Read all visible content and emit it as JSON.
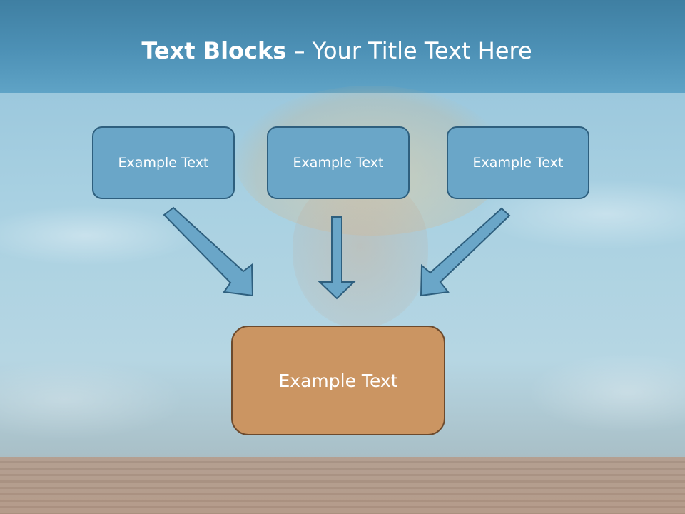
{
  "slide": {
    "title_bold": "Text Blocks",
    "title_rest": " – Your Title Text Here",
    "top_boxes": [
      {
        "label": "Example Text"
      },
      {
        "label": "Example Text"
      },
      {
        "label": "Example Text"
      }
    ],
    "center_box": {
      "label": "Example Text"
    }
  },
  "colors": {
    "top_box_fill": "#6aa6c8",
    "top_box_border": "#2e5f7e",
    "center_box_fill": "#cb9562",
    "center_box_border": "#6c4a2d",
    "title_text": "#ffffff"
  }
}
